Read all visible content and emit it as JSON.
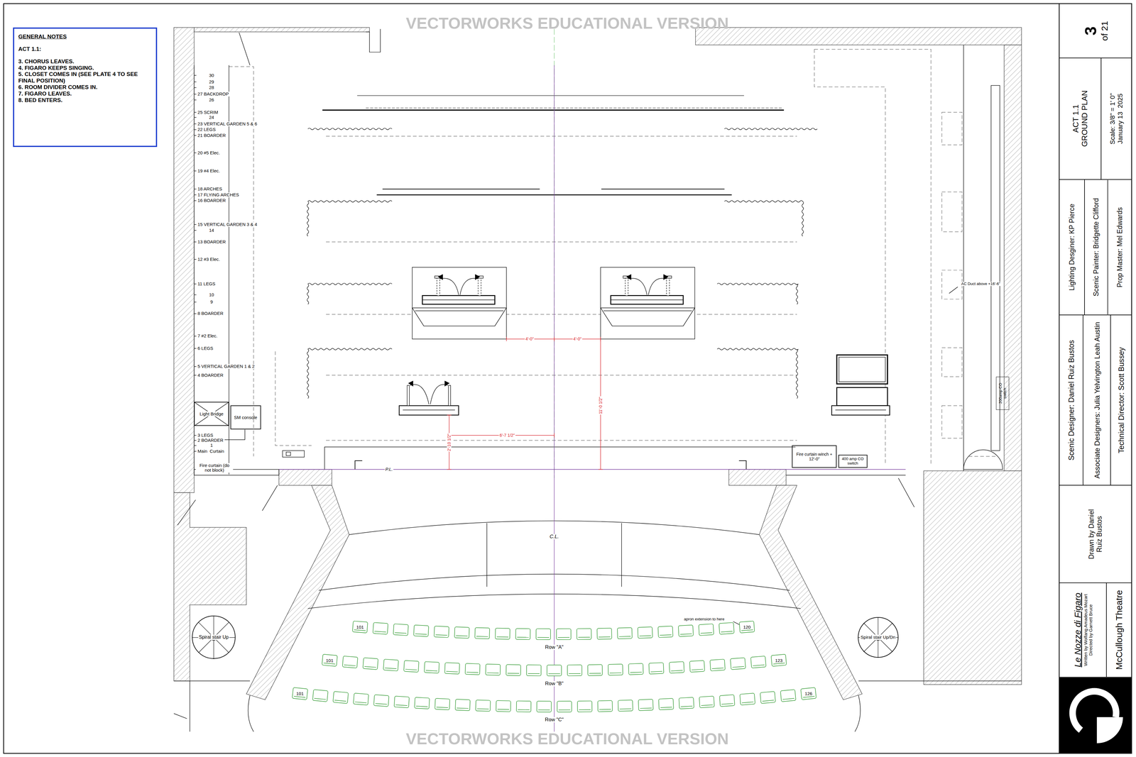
{
  "diagram": {
    "nodes": [
      {
        "text": [
          "GENERAL NOTES",
          "ACT 1.1:",
          "3. CHORUS LEAVES.",
          "4. FIGARO KEEPS SINGING.",
          "5. CLOSET COMES IN (SEE PLATE 4 TO SEE FINAL POSITION)",
          "6. ROOM DIVIDER COMES IN.",
          "7. FIGARO LEAVES.",
          "8. BED ENTERS."
        ]
      },
      {
        "text": [
          "Light Bridge"
        ]
      },
      {
        "text": [
          "SM console"
        ]
      },
      {
        "text": [
          "Fire curtain winch + 12'-0\""
        ]
      },
      {
        "text": [
          "400 amp CO switch"
        ]
      },
      {
        "text": [
          "200amp CO switch"
        ]
      },
      {
        "text": [
          "Spiral stair Up"
        ]
      },
      {
        "text": [
          "Spiral stair Up/Dn"
        ]
      },
      {
        "text": [
          "3",
          "of 21"
        ]
      },
      {
        "text": [
          "ACT 1.1 GROUND PLAN"
        ]
      },
      {
        "text": [
          "Scale: 3/8\" = 1' 0\"",
          "January 13  2025"
        ]
      },
      {
        "text": [
          "Lighting Desginer: KP Pierce"
        ]
      },
      {
        "text": [
          "Scenic Painter: Bridgette Clifford"
        ]
      },
      {
        "text": [
          "Prop Master: Mel Edwards"
        ]
      },
      {
        "text": [
          "Scenic Designer: Daniel Ruiz Bustos"
        ]
      },
      {
        "text": [
          "Associate Designers: Julia Yelvington Leah Austin"
        ]
      },
      {
        "text": [
          "Technical Director: Scott Bussey"
        ]
      },
      {
        "text": [
          "Drawn by Daniel Ruiz Bustos"
        ]
      },
      {
        "text": [
          "Le Nozze di Figaro",
          "Written by Wolfang Amadeus Mozart",
          "Directed by Garnett Bruce"
        ]
      },
      {
        "text": [
          "McCullough Theatre"
        ]
      }
    ],
    "labels": [
      "VECTORWORKS EDUCATIONAL VERSION",
      "30",
      "29",
      "28",
      "27 BACKDROP",
      "26",
      "25 SCRIM",
      "24",
      "23 VERTICAL GARDEN 5 & 6",
      "22 LEGS",
      "21 BOARDER",
      "20 #5 Elec.",
      "19 #4 Elec.",
      "18 ARCHES",
      "17 FLYING ARCHES",
      "16 BOARDER",
      "15 VERTICAL GARDEN 3 & 4",
      "14",
      "13 BOARDER",
      "12 #3 Elec.",
      "11 LEGS",
      "10",
      "9",
      "8 BOARDER",
      "7 #2 Elec.",
      "6 LEGS",
      "5 VERTICAL GARDEN 1 & 2",
      "4 BOARDER",
      "3 LEGS",
      "2 BOARDER",
      "1",
      "Main  Curtain",
      "Fire curtain (do not block)",
      "AC Duct above +16'-6\"",
      "P.L.",
      "4'-0\"",
      "4'-0\"",
      "11'-0 1/2\"",
      "6'-7 1/2\"",
      "2'-10 1/2\"",
      "C.L.",
      "101",
      "apron extension to here",
      "120",
      "Row \"A\"",
      "101",
      "123",
      "Row \"B\"",
      "101",
      "126",
      "Row \"C\"",
      "VECTORWORKS EDUCATIONAL VERSION"
    ]
  }
}
